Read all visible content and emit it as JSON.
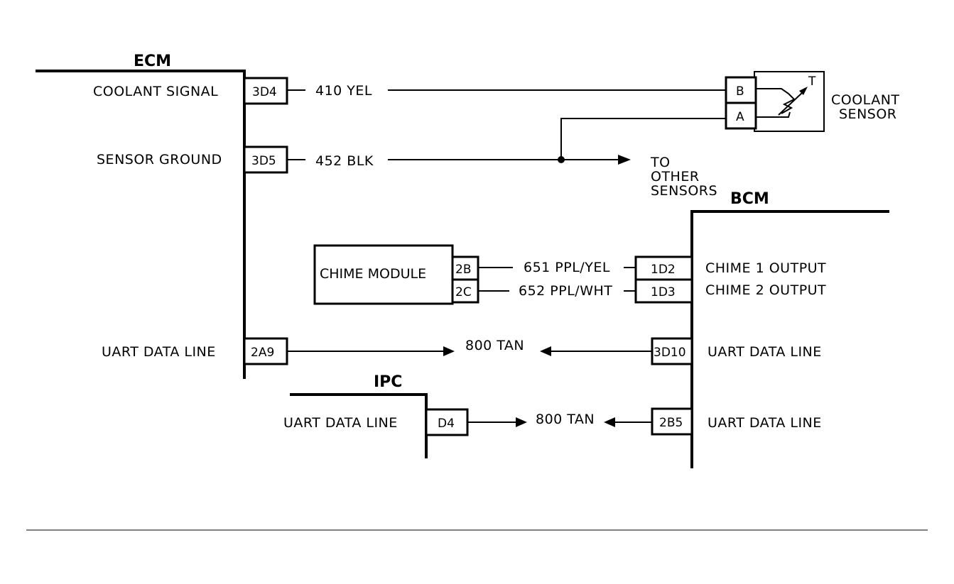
{
  "modules": {
    "ecm": {
      "title": "ECM"
    },
    "bcm": {
      "title": "BCM"
    },
    "ipc": {
      "title": "IPC"
    },
    "chime": {
      "title": "CHIME MODULE",
      "pins": [
        "2B",
        "2C"
      ]
    },
    "coolant_sensor": {
      "title_line1": "COOLANT",
      "title_line2": "SENSOR",
      "pins": [
        "B",
        "A"
      ],
      "symbol": "T"
    }
  },
  "ecm_pins": [
    {
      "label": "COOLANT SIGNAL",
      "pin": "3D4",
      "wire": "410 YEL"
    },
    {
      "label": "SENSOR GROUND",
      "pin": "3D5",
      "wire": "452 BLK"
    },
    {
      "label": "UART DATA LINE",
      "pin": "2A9"
    }
  ],
  "bcm_pins": [
    {
      "label": "CHIME 1 OUTPUT",
      "pin": "1D2",
      "wire": "651 PPL/YEL"
    },
    {
      "label": "CHIME 2 OUTPUT",
      "pin": "1D3",
      "wire": "652 PPL/WHT"
    },
    {
      "label": "UART DATA LINE",
      "pin": "3D10"
    },
    {
      "label": "UART DATA LINE",
      "pin": "2B5"
    }
  ],
  "ipc_pins": [
    {
      "label": "UART DATA LINE",
      "pin": "D4"
    }
  ],
  "data_wires": [
    {
      "label": "800 TAN"
    },
    {
      "label": "800 TAN"
    }
  ],
  "other_sensors": {
    "line1": "TO",
    "line2": "OTHER",
    "line3": "SENSORS"
  }
}
